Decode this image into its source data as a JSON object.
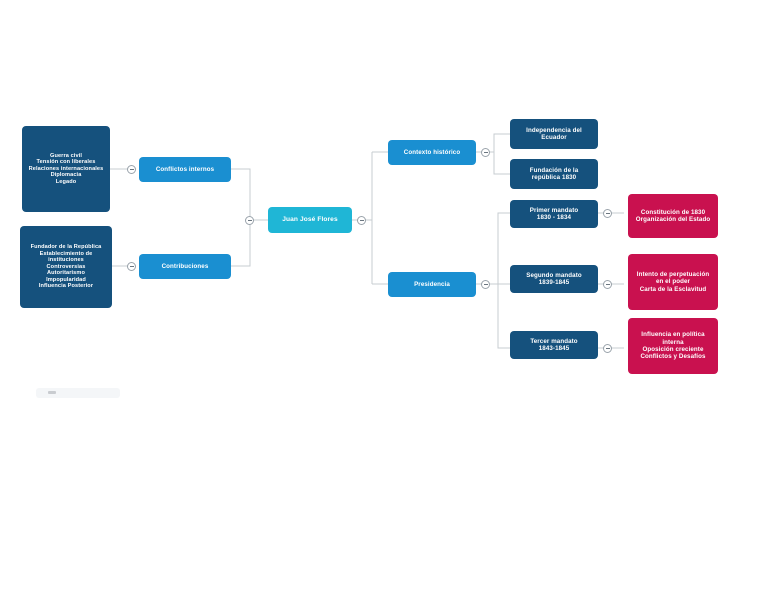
{
  "diagram": {
    "type": "mind-map",
    "title": "Juan José Flores",
    "colors": {
      "navy": "#15517d",
      "blue": "#1a8fd1",
      "cyan": "#1fb6d6",
      "crimson": "#c9114f",
      "background": "#ffffff",
      "connector": "#c7ccd1"
    },
    "root": {
      "label": "Juan José Flores"
    },
    "left_branches": [
      {
        "label": "Conflictos internos"
      },
      {
        "label": "Contribuciones"
      }
    ],
    "left_leaves": [
      {
        "label": "Guerra civil\nTensión con liberales\nRelaciones internacionales\nDiplomacia\nLegado"
      },
      {
        "label": "Fundador de la República\nEstablecimiento de instituciones\nControversias\nAutoritarismo\nImpopularidad\nInfluencia Posterior"
      }
    ],
    "right_branches": [
      {
        "label": "Contexto histórico"
      },
      {
        "label": "Presidencia"
      }
    ],
    "contexto_children": [
      {
        "label": "Independencia del Ecuador"
      },
      {
        "label": "Fundación de la república  1830"
      }
    ],
    "presidencia_children": [
      {
        "label": "Primer mandato\n1830 - 1834"
      },
      {
        "label": "Segundo mandato\n1839-1845"
      },
      {
        "label": "Tercer mandato\n1843-1845"
      }
    ],
    "mandato_details": [
      {
        "label": "Constitución de 1830\nOrganización del Estado"
      },
      {
        "label": "Intento de perpetuación en el poder\nCarta de la Esclavitud"
      },
      {
        "label": "Influencia en política interna\nOposición creciente\nConflictos y Desafíos"
      }
    ],
    "toggles": {
      "icon": "collapse-minus-icon",
      "count": 10
    }
  }
}
